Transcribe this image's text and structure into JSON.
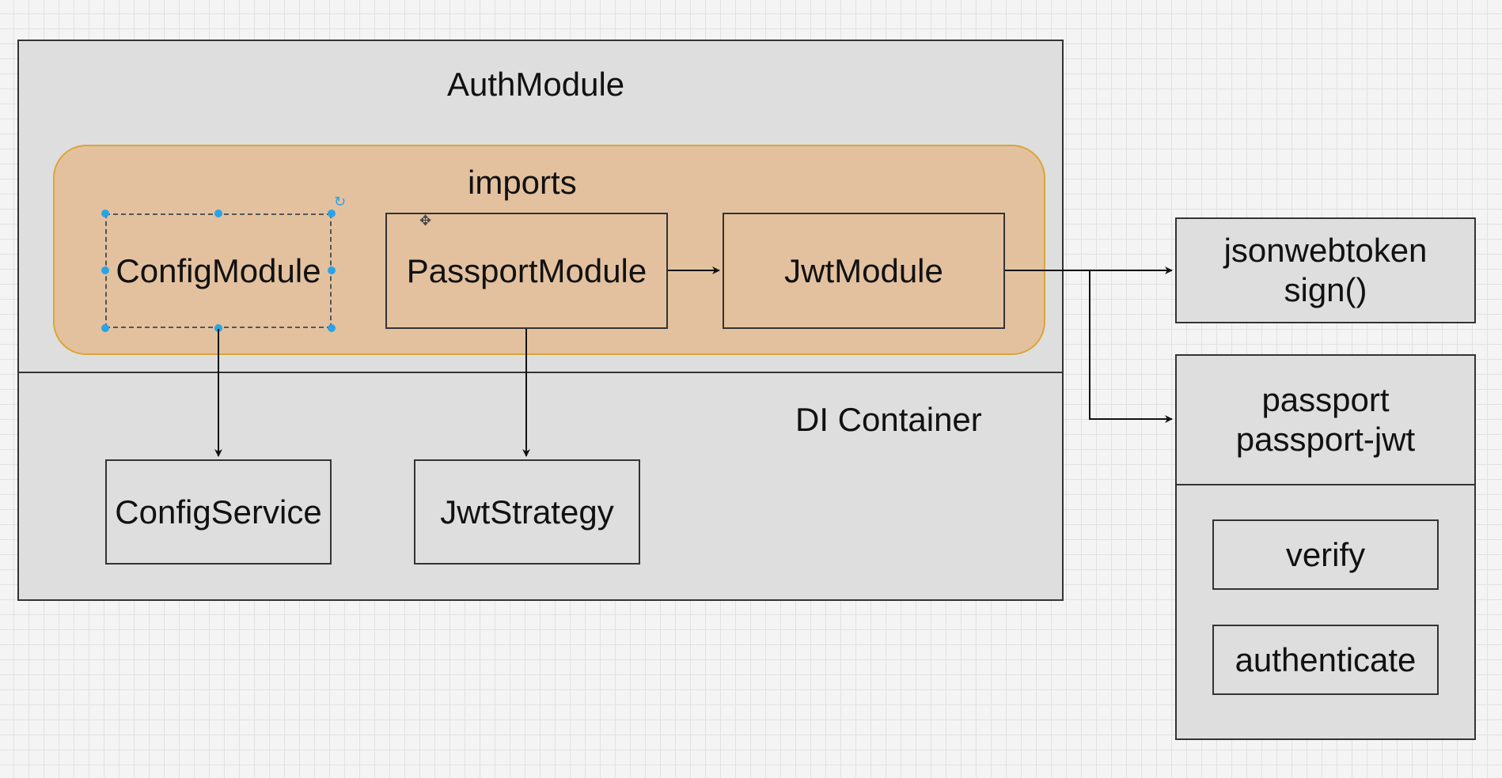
{
  "auth_module": {
    "title": "AuthModule"
  },
  "imports_group": {
    "label": "imports",
    "fill_color": "#e3c19f",
    "border_color": "#d9a636",
    "modules": [
      {
        "label": "ConfigModule",
        "selected": true
      },
      {
        "label": "PassportModule"
      },
      {
        "label": "JwtModule"
      }
    ]
  },
  "di_container": {
    "label": "DI Container",
    "providers": [
      "ConfigService",
      "JwtStrategy"
    ]
  },
  "external": {
    "jsonwebtoken": {
      "line1": "jsonwebtoken",
      "line2": "sign()"
    },
    "passport": {
      "line1": "passport",
      "line2": "passport-jwt",
      "methods": [
        "verify",
        "authenticate"
      ]
    }
  },
  "selection_color": "#29a3e6"
}
